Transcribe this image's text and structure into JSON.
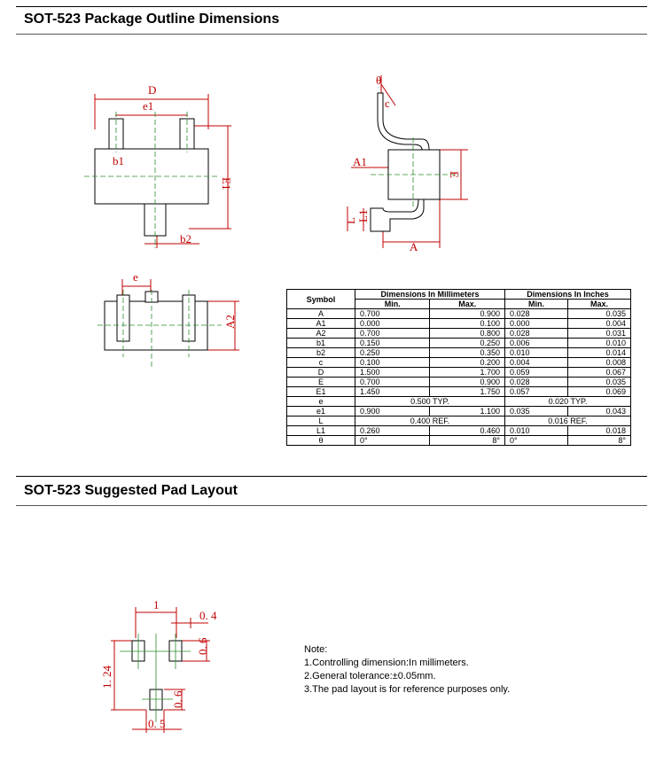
{
  "sections": {
    "outline_title": "SOT-523 Package Outline Dimensions",
    "pad_title": "SOT-523 Suggested Pad Layout"
  },
  "drawing_labels": {
    "top_view": {
      "D": "D",
      "e1": "e1",
      "b1": "b1",
      "E1": "E1",
      "b2": "b2"
    },
    "side_view": {
      "theta": "θ",
      "c1": "c",
      "A1": "A1",
      "E": "E",
      "L1": "L1",
      "L": "L",
      "A": "A"
    },
    "front_view": {
      "e": "e",
      "A2": "A2"
    }
  },
  "table": {
    "symbol_header": "Symbol",
    "mm_header": "Dimensions In Millimeters",
    "in_header": "Dimensions In Inches",
    "min": "Min.",
    "max": "Max.",
    "rows": [
      {
        "sym": "A",
        "mm_min": "0.700",
        "mm_max": "0.900",
        "in_min": "0.028",
        "in_max": "0.035"
      },
      {
        "sym": "A1",
        "mm_min": "0.000",
        "mm_max": "0.100",
        "in_min": "0.000",
        "in_max": "0.004"
      },
      {
        "sym": "A2",
        "mm_min": "0.700",
        "mm_max": "0.800",
        "in_min": "0.028",
        "in_max": "0.031"
      },
      {
        "sym": "b1",
        "mm_min": "0.150",
        "mm_max": "0.250",
        "in_min": "0.006",
        "in_max": "0.010"
      },
      {
        "sym": "b2",
        "mm_min": "0.250",
        "mm_max": "0.350",
        "in_min": "0.010",
        "in_max": "0.014"
      },
      {
        "sym": "c",
        "mm_min": "0.100",
        "mm_max": "0.200",
        "in_min": "0.004",
        "in_max": "0.008"
      },
      {
        "sym": "D",
        "mm_min": "1.500",
        "mm_max": "1.700",
        "in_min": "0.059",
        "in_max": "0.067"
      },
      {
        "sym": "E",
        "mm_min": "0.700",
        "mm_max": "0.900",
        "in_min": "0.028",
        "in_max": "0.035"
      },
      {
        "sym": "E1",
        "mm_min": "1.450",
        "mm_max": "1.750",
        "in_min": "0.057",
        "in_max": "0.069"
      },
      {
        "sym": "e",
        "mm_typ": "0.500 TYP.",
        "in_typ": "0.020 TYP."
      },
      {
        "sym": "e1",
        "mm_min": "0.900",
        "mm_max": "1.100",
        "in_min": "0.035",
        "in_max": "0.043"
      },
      {
        "sym": "L",
        "mm_typ": "0.400 REF.",
        "in_typ": "0.016 REF."
      },
      {
        "sym": "L1",
        "mm_min": "0.260",
        "mm_max": "0.460",
        "in_min": "0.010",
        "in_max": "0.018"
      },
      {
        "sym": "θ",
        "mm_min": "0°",
        "mm_max": "8°",
        "in_min": "0°",
        "in_max": "8°"
      }
    ]
  },
  "pad_layout": {
    "d1": "1",
    "d04": "0. 4",
    "d06a": "0. 6",
    "d124": "1. 24",
    "d06b": "0. 6",
    "d05": "0. 5"
  },
  "notes": {
    "title": "Note:",
    "items": [
      "1.Controlling dimension:In millimeters.",
      "2.General tolerance:±0.05mm.",
      "3.The pad layout is for reference purposes only."
    ]
  },
  "colors": {
    "dimension": "#c00000",
    "centerline": "#2e8b2e",
    "outline": "#000000"
  }
}
